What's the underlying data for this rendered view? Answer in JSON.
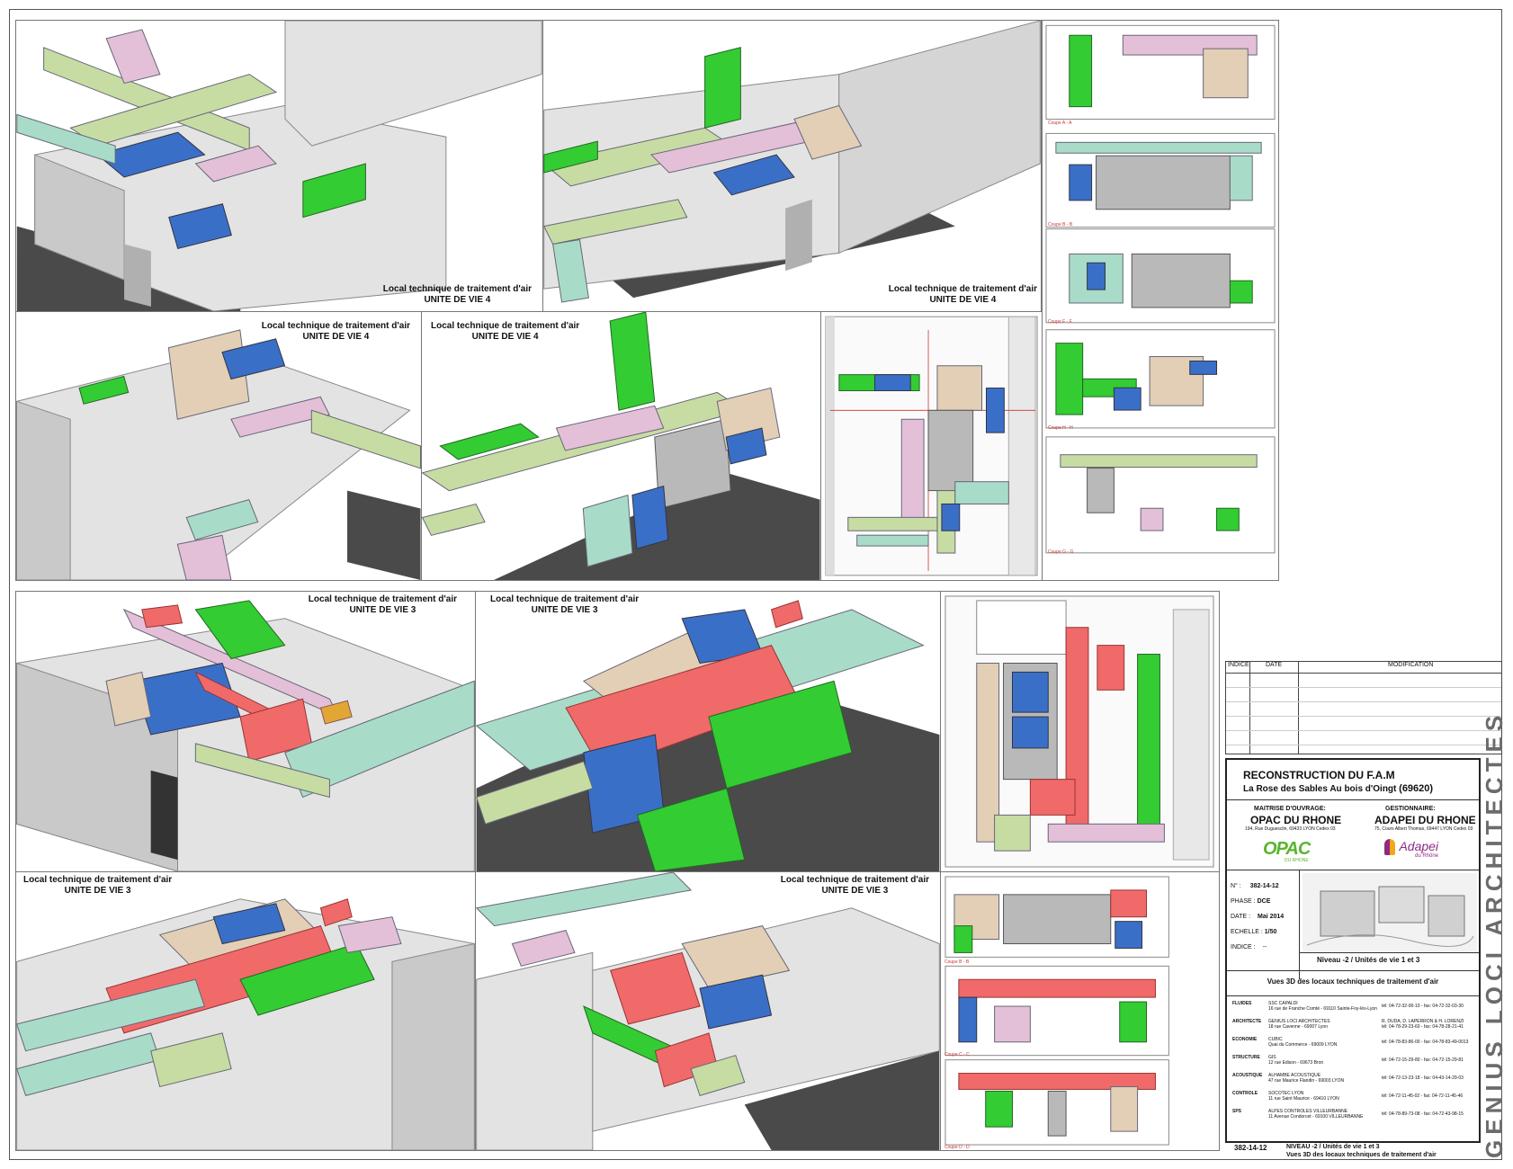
{
  "captions": {
    "p1": {
      "line1": "Local technique de traitement d'air",
      "line2": "UNITE DE VIE 4"
    },
    "p2": {
      "line1": "Local technique de traitement d'air",
      "line2": "UNITE DE VIE 4"
    },
    "p3": {
      "line1": "Local technique de traitement d'air",
      "line2": "UNITE DE VIE 4"
    },
    "p4": {
      "line1": "Local technique de traitement d'air",
      "line2": "UNITE DE VIE 4"
    },
    "p5": {
      "line1": "Local technique de traitement d'air",
      "line2": "UNITE DE VIE 3"
    },
    "p6": {
      "line1": "Local technique de traitement d'air",
      "line2": "UNITE DE VIE 3"
    },
    "p7": {
      "line1": "Local technique de traitement d'air",
      "line2": "UNITE DE VIE 3"
    },
    "p8": {
      "line1": "Local technique de traitement d'air",
      "line2": "UNITE DE VIE 3"
    }
  },
  "sections_top": [
    "Coupe A - A",
    "Coupe B - B",
    "Coupe F - F",
    "Coupe H - H",
    "Coupe G - G"
  ],
  "sections_bottom": [
    "Coupe B - B",
    "Coupe C - C",
    "Coupe D - D"
  ],
  "revision_table": {
    "col1": "INDICE",
    "col2": "DATE",
    "col3": "MODIFICATION"
  },
  "title_block": {
    "project": "RECONSTRUCTION DU F.A.M",
    "location": "La Rose des Sables Au bois d'Oingt",
    "postcode": "(69620)",
    "owner_label": "MAITRISE D'OUVRAGE:",
    "owner_name": "OPAC DU RHONE",
    "owner_address": "194, Rue Duguesclin, 69433 LYON Cedex 03",
    "owner_logo": "OPAC",
    "owner_logo_sub": "DU RHONE",
    "manager_label": "GESTIONNAIRE:",
    "manager_name": "ADAPEI DU RHONE",
    "manager_address": "75, Cours Albert Thomas, 69447 LYON Cedex 03",
    "manager_logo": "Adapei",
    "manager_logo_sub": "du Rhône",
    "number_label": "N° :",
    "number": "382-14-12",
    "phase_label": "PHASE :",
    "phase": "DCE",
    "date_label": "DATE :",
    "date": "Mai 2014",
    "scale_label": "ECHELLE :",
    "scale": "1/50",
    "index_label": "INDICE :",
    "index": "--",
    "level": "Niveau -2 / Unités de vie 1 et 3",
    "drawing_title": "Vues 3D des locaux techniques de traitement d'air",
    "team": [
      {
        "role": "FLUIDES",
        "firm": "SSC CAPALDI",
        "addr": "16 rue de Franche Comté - 69110 Sainte-Foy-lès-Lyon",
        "contact": "",
        "tel": "tél: 04-72-32-00-10 - fax: 04-72-32-03-30"
      },
      {
        "role": "ARCHITECTE",
        "firm": "GENIUS LOCI ARCHITECTES",
        "addr": "18 rue Cavenne - 69007 Lyon",
        "contact": "R. DUDA, D. LAPERRON & H. LORENZI",
        "tel": "tél: 04-78-29-23-60 - fax: 04-78-28-21-41"
      },
      {
        "role": "ECONOMIE",
        "firm": "CUBIC",
        "addr": "Quai du Commerce - 69009 LYON",
        "contact": "",
        "tel": "tél: 04-78-83-86-00 - fax: 04-78-83-49-0013"
      },
      {
        "role": "STRUCTURE",
        "firm": "GIS",
        "addr": "12 rue Edison - 69673 Bron",
        "contact": "",
        "tel": "tél: 04-72-15-29-80 - fax: 04-72-15-29-81"
      },
      {
        "role": "ACOUSTIQUE",
        "firm": "ALHAMBE ACOUSTIQUE",
        "addr": "47 rue Maurice Flandin - 69003 LYON",
        "contact": "",
        "tel": "tél: 04-72-13-23-18 - fax: 04-43-14-29-03"
      },
      {
        "role": "CONTROLE",
        "firm": "SOCOTEC LYON",
        "addr": "11 rue Saint Maurice - 69410 LYON",
        "contact": "",
        "tel": "tél: 04-72-11-45-02 - fax: 04-72-11-45-46"
      },
      {
        "role": "SPS",
        "firm": "ALPES CONTROLES VILLEURBANNE",
        "addr": "11 Avenue Condorcet - 69100 VILLEURBANNE",
        "contact": "",
        "tel": "tél: 04-78-89-73-08 - fax: 04-72-43-98-15"
      }
    ],
    "footer_number": "382-14-12",
    "footer_line1": "NIVEAU -2 / Unités de vie 1 et 3",
    "footer_line2": "Vues 3D des locaux techniques de traitement d'air"
  },
  "architect_vertical": "GENIUS LOCI ARCHITECTES",
  "colors": {
    "wall": "#e3e3e3",
    "wall_side": "#c9c9c9",
    "floor": "#4a4a4a",
    "duct_green": "#c7dca3",
    "duct_bright": "#33cc33",
    "duct_cyan": "#a8dcc8",
    "duct_pink": "#e3c0d8",
    "duct_blue": "#3a6fc7",
    "duct_tan": "#e2cfb6",
    "duct_red": "#f06a6a",
    "equipment": "#b9b9b9"
  }
}
